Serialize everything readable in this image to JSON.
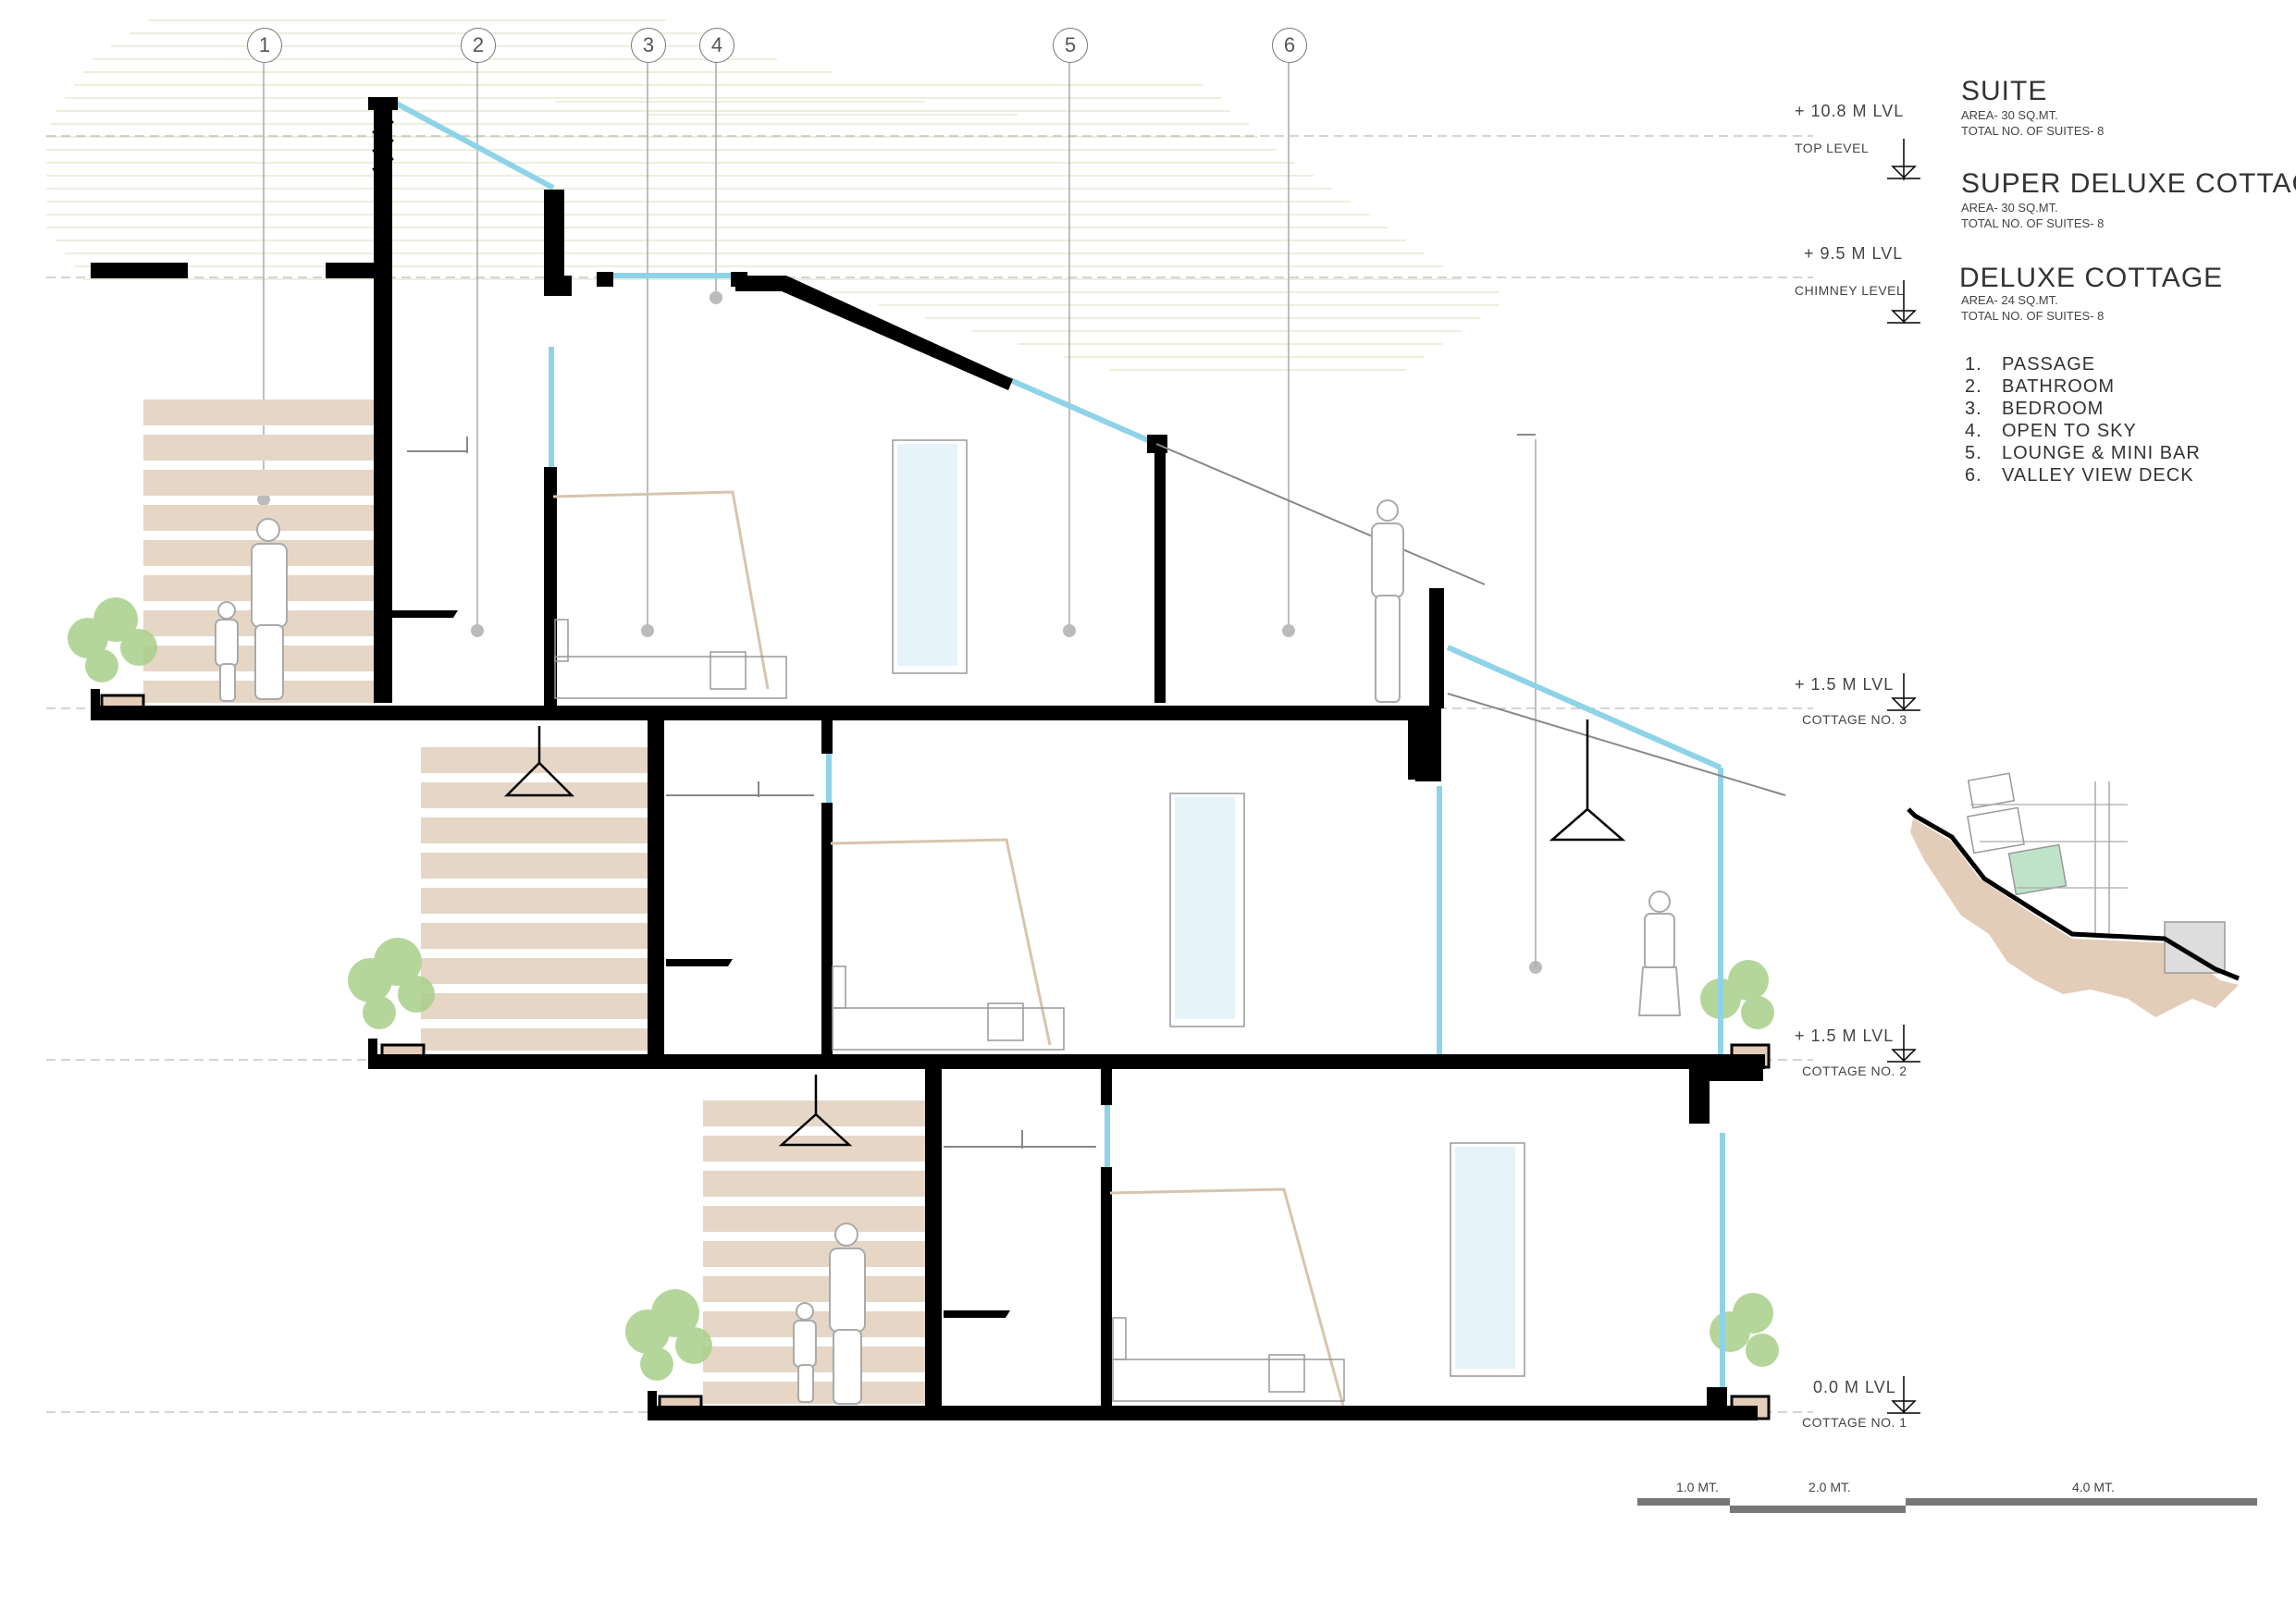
{
  "callouts": [
    "1",
    "2",
    "3",
    "4",
    "5",
    "6"
  ],
  "levels": [
    {
      "value": "+ 10.8 M LVL",
      "name": "TOP LEVEL"
    },
    {
      "value": "+ 9.5 M LVL",
      "name": "CHIMNEY LEVEL"
    },
    {
      "value": "+ 1.5 M LVL",
      "name": "COTTAGE NO. 3"
    },
    {
      "value": "+ 1.5 M LVL",
      "name": "COTTAGE NO. 2"
    },
    {
      "value": "0.0 M LVL",
      "name": "COTTAGE NO. 1"
    }
  ],
  "legend": {
    "units": [
      {
        "title": "SUITE",
        "area": "AREA- 30 SQ.MT.",
        "count": "TOTAL NO. OF SUITES- 8"
      },
      {
        "title": "SUPER DELUXE COTTAGE",
        "area": "AREA- 30 SQ.MT.",
        "count": "TOTAL NO. OF SUITES- 8"
      },
      {
        "title": "DELUXE COTTAGE",
        "area": "AREA- 24 SQ.MT.",
        "count": "TOTAL NO. OF SUITES- 8"
      }
    ],
    "items": [
      {
        "num": "1.",
        "label": "PASSAGE"
      },
      {
        "num": "2.",
        "label": "BATHROOM"
      },
      {
        "num": "3.",
        "label": "BEDROOM"
      },
      {
        "num": "4.",
        "label": "OPEN TO SKY"
      },
      {
        "num": "5.",
        "label": "LOUNGE & MINI BAR"
      },
      {
        "num": "6.",
        "label": "VALLEY VIEW DECK"
      }
    ]
  },
  "scale_bar": [
    "1.0 MT.",
    "2.0 MT.",
    "4.0 MT."
  ],
  "colors": {
    "wall": "#000000",
    "glass": "#8fd3e8",
    "timber": "#e5d6c6",
    "terrain": "#e3cdb8",
    "tree": "#a9d08a",
    "line": "#999999",
    "hatch": "#dfe6c8"
  }
}
